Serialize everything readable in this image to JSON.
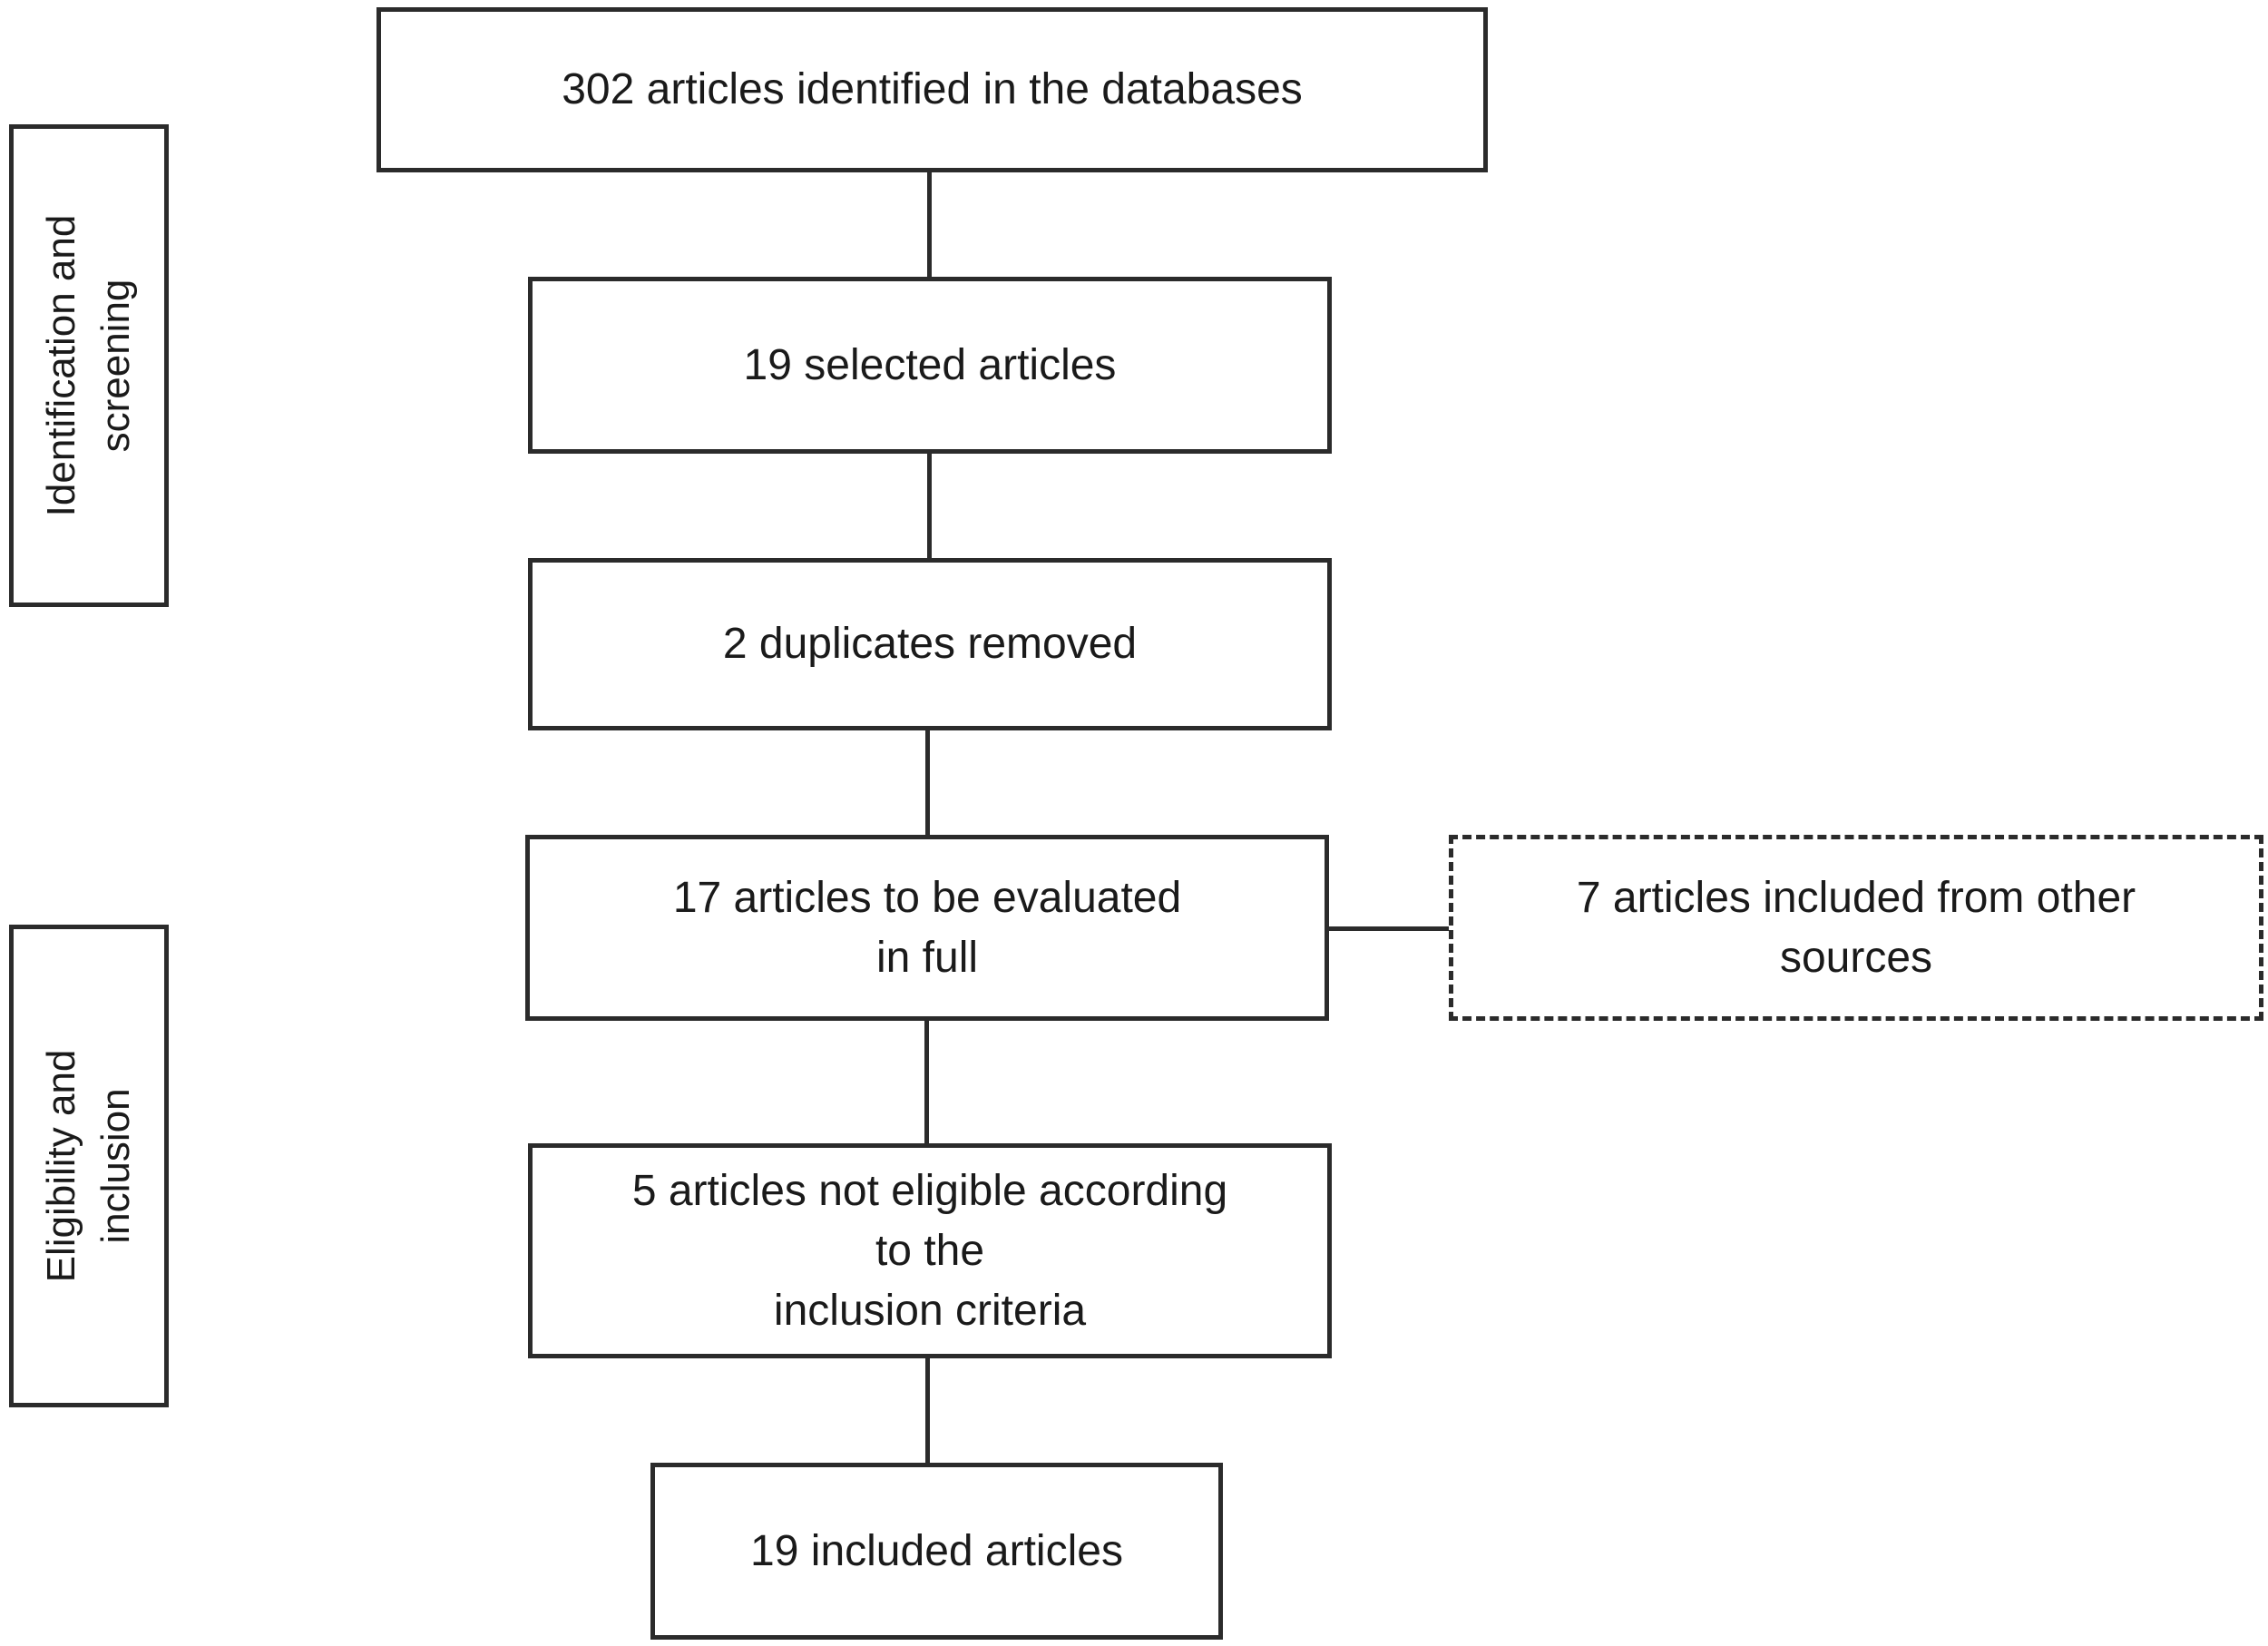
{
  "stages": [
    {
      "id": "identification",
      "lines": [
        "Identification and",
        "screening"
      ]
    },
    {
      "id": "eligibility",
      "lines": [
        "Eligibility and",
        "inclusion"
      ]
    }
  ],
  "boxes": [
    {
      "id": "identified",
      "lines": [
        "302 articles identified in the databases"
      ]
    },
    {
      "id": "selected",
      "lines": [
        "19 selected articles"
      ]
    },
    {
      "id": "duplicates",
      "lines": [
        "2 duplicates removed"
      ]
    },
    {
      "id": "full-eval",
      "lines": [
        "17 articles to be evaluated",
        "in full"
      ]
    },
    {
      "id": "other-sources",
      "lines": [
        "7 articles included from other",
        "sources"
      ]
    },
    {
      "id": "not-eligible",
      "lines": [
        "5 articles not eligible according",
        "to the",
        "inclusion criteria"
      ]
    },
    {
      "id": "included",
      "lines": [
        "19 included articles"
      ]
    }
  ]
}
